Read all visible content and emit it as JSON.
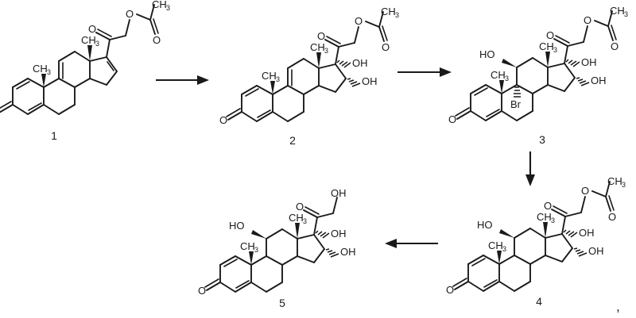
{
  "scheme": {
    "title": "Multi-step steroid synthesis reaction scheme",
    "background_color": "#ffffff",
    "line_color": "#1a1a1a",
    "trailing_punctuation": ","
  },
  "labels": {
    "c1": "1",
    "c2": "2",
    "c3": "3",
    "c4": "4",
    "c5": "5"
  },
  "atoms": {
    "O": "O",
    "OH": "OH",
    "HO": "HO",
    "Br": "Br",
    "CH": "CH",
    "sub3": "3"
  },
  "compounds": [
    {
      "id": "1",
      "label": "1",
      "name": "21-acetoxy-pregna-1,4,9(11),16-tetraene-3,20-dione",
      "substituents": [
        "3-keto",
        "1,4-diene",
        "9(11)-ene",
        "16,17-ene",
        "10-CH3",
        "13-CH3",
        "20-keto",
        "21-OAc"
      ],
      "heteroatom_labels": [
        "O",
        "O",
        "O",
        "O",
        "CH3",
        "CH3",
        "CH3"
      ]
    },
    {
      "id": "2",
      "label": "2",
      "name": "21-acetoxy-16,17-dihydroxy-pregna-1,4,9(11)-triene-3,20-dione",
      "substituents": [
        "3-keto",
        "1,4-diene",
        "9(11)-ene",
        "16-alpha-OH",
        "17-alpha-OH",
        "10-CH3",
        "13-CH3",
        "20-keto",
        "21-OAc"
      ],
      "heteroatom_labels": [
        "O",
        "O",
        "O",
        "O",
        "OH",
        "OH",
        "CH3",
        "CH3",
        "CH3"
      ]
    },
    {
      "id": "3",
      "label": "3",
      "name": "9-bromo-11,16,17-trihydroxy-21-acetoxy-pregna-1,4-diene-3,20-dione",
      "substituents": [
        "3-keto",
        "1,4-diene",
        "9-Br",
        "11-beta-OH",
        "16-alpha-OH",
        "17-alpha-OH",
        "10-CH3",
        "13-CH3",
        "20-keto",
        "21-OAc"
      ],
      "heteroatom_labels": [
        "O",
        "O",
        "O",
        "O",
        "HO",
        "OH",
        "OH",
        "Br",
        "CH3",
        "CH3",
        "CH3"
      ]
    },
    {
      "id": "4",
      "label": "4",
      "name": "21-acetoxy-11,16,17-trihydroxy-pregna-1,4-diene-3,20-dione",
      "substituents": [
        "3-keto",
        "1,4-diene",
        "11-beta-OH",
        "16-alpha-OH",
        "17-alpha-OH",
        "10-CH3",
        "13-CH3",
        "20-keto",
        "21-OAc"
      ],
      "heteroatom_labels": [
        "O",
        "O",
        "O",
        "O",
        "HO",
        "OH",
        "OH",
        "CH3",
        "CH3",
        "CH3"
      ]
    },
    {
      "id": "5",
      "label": "5",
      "name": "11,16,17,21-tetrahydroxy-pregna-1,4-diene-3,20-dione",
      "substituents": [
        "3-keto",
        "1,4-diene",
        "11-beta-OH",
        "16-alpha-OH",
        "17-alpha-OH",
        "21-OH",
        "10-CH3",
        "13-CH3",
        "20-keto"
      ],
      "heteroatom_labels": [
        "O",
        "O",
        "HO",
        "OH",
        "OH",
        "OH",
        "CH3",
        "CH3"
      ]
    }
  ],
  "arrows": [
    {
      "id": "arrow-1-to-2",
      "direction": "right",
      "from": "1",
      "to": "2",
      "label": ""
    },
    {
      "id": "arrow-2-to-3",
      "direction": "right",
      "from": "2",
      "to": "3",
      "label": ""
    },
    {
      "id": "arrow-3-to-4",
      "direction": "down",
      "from": "3",
      "to": "4",
      "label": ""
    },
    {
      "id": "arrow-4-to-5",
      "direction": "left",
      "from": "4",
      "to": "5",
      "label": ""
    }
  ]
}
